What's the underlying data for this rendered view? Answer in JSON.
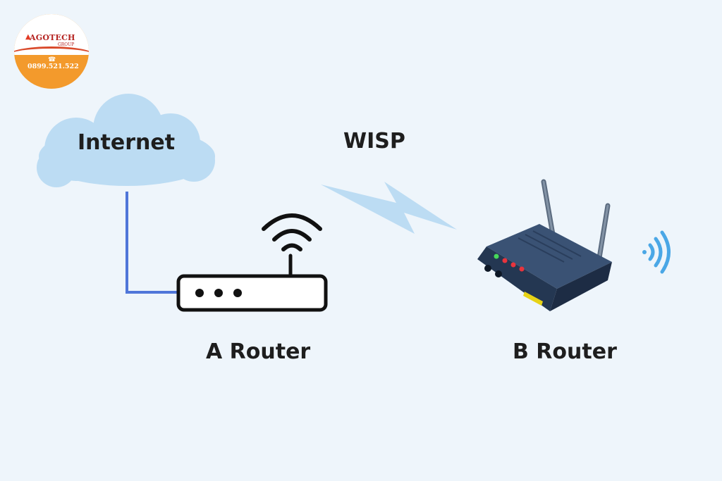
{
  "logo": {
    "name": "AGOTECH",
    "group": "GROUP",
    "phone": "0899.521.522"
  },
  "nodes": {
    "internet": "Internet",
    "link": "WISP",
    "router_a": "A Router",
    "router_b": "B Router"
  },
  "icons": [
    "cloud-icon",
    "wired-router-icon",
    "wifi-icon",
    "lightning-bolt-icon",
    "wireless-router-icon",
    "wifi-signal-icon"
  ],
  "colors": {
    "background": "#eef5fb",
    "cloud": "#bcdcf3",
    "cable": "#4f76d9",
    "bolt": "#bcdcf3",
    "router_b_body": "#2e4260",
    "signal": "#4aa7e6",
    "logo_orange": "#f39a2c"
  }
}
